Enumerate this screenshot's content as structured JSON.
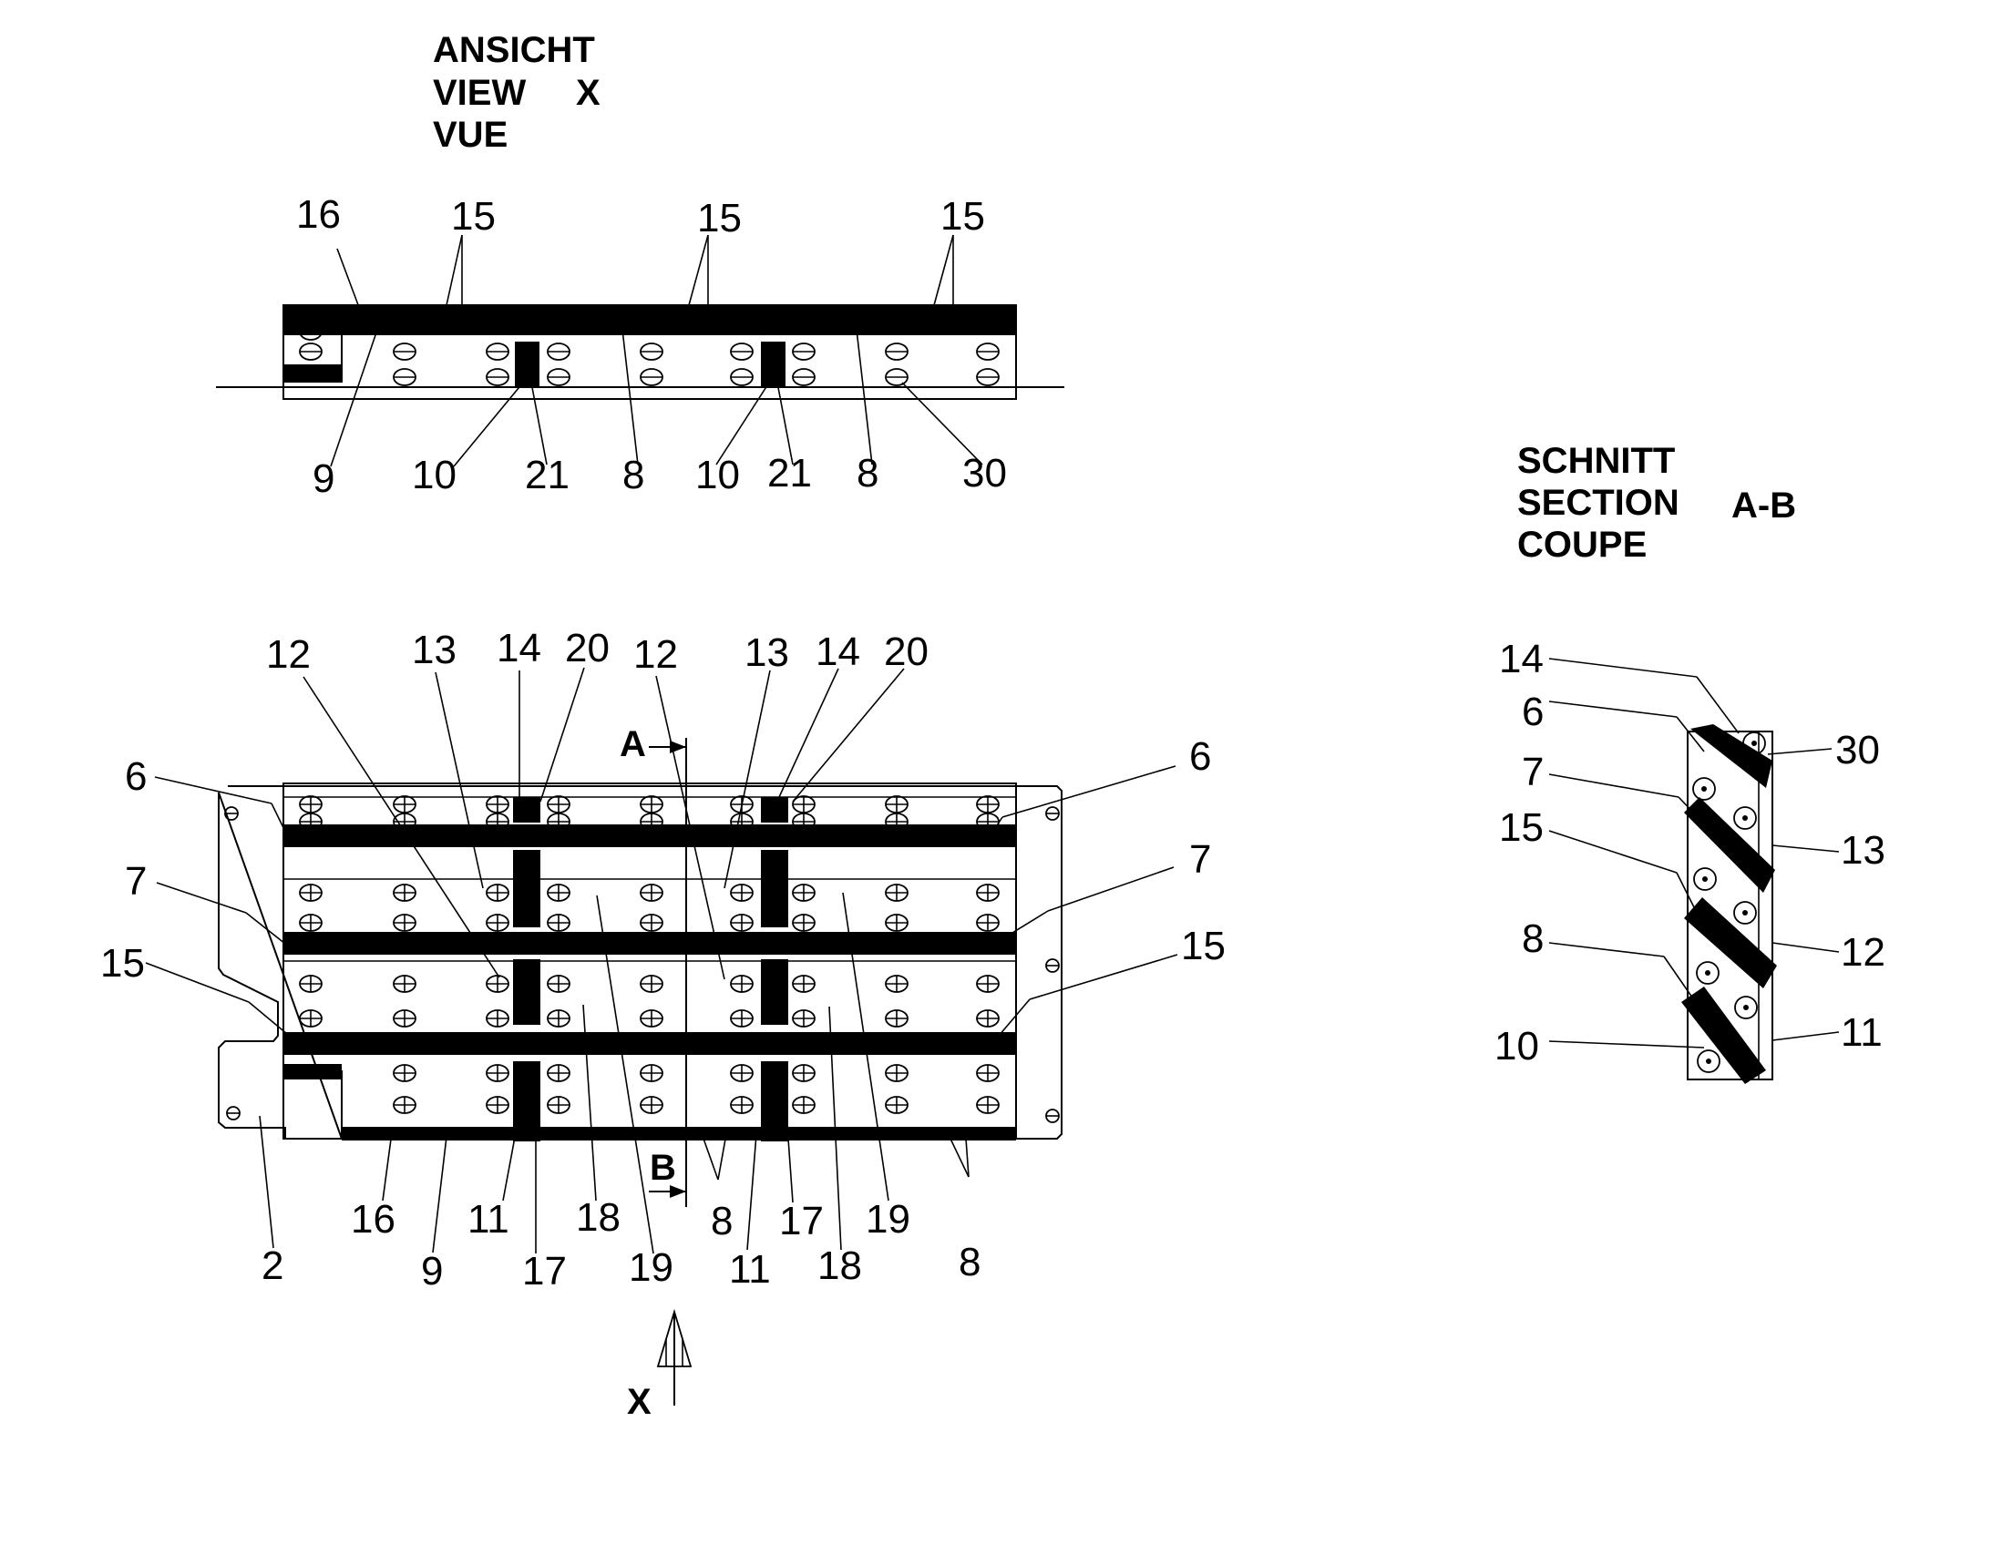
{
  "titles": {
    "view_x": {
      "line1": "ANSICHT",
      "line2": "VIEW",
      "line3": "VUE",
      "tag": "X"
    },
    "section": {
      "line1": "SCHNITT",
      "line2": "SECTION",
      "line3": "COUPE",
      "tag": "A-B"
    }
  },
  "markers": {
    "a": "A",
    "b": "B",
    "x": "X"
  },
  "callouts_view_x": [
    "16",
    "15",
    "15",
    "15",
    "9",
    "10",
    "21",
    "8",
    "10",
    "21",
    "8",
    "30"
  ],
  "callouts_plan": [
    "12",
    "13",
    "14",
    "20",
    "12",
    "13",
    "14",
    "20",
    "6",
    "6",
    "7",
    "7",
    "15",
    "15",
    "16",
    "9",
    "11",
    "17",
    "18",
    "19",
    "8",
    "11",
    "17",
    "18",
    "19",
    "8",
    "2"
  ],
  "callouts_section": [
    "14",
    "6",
    "7",
    "15",
    "8",
    "10",
    "30",
    "13",
    "12",
    "11"
  ]
}
